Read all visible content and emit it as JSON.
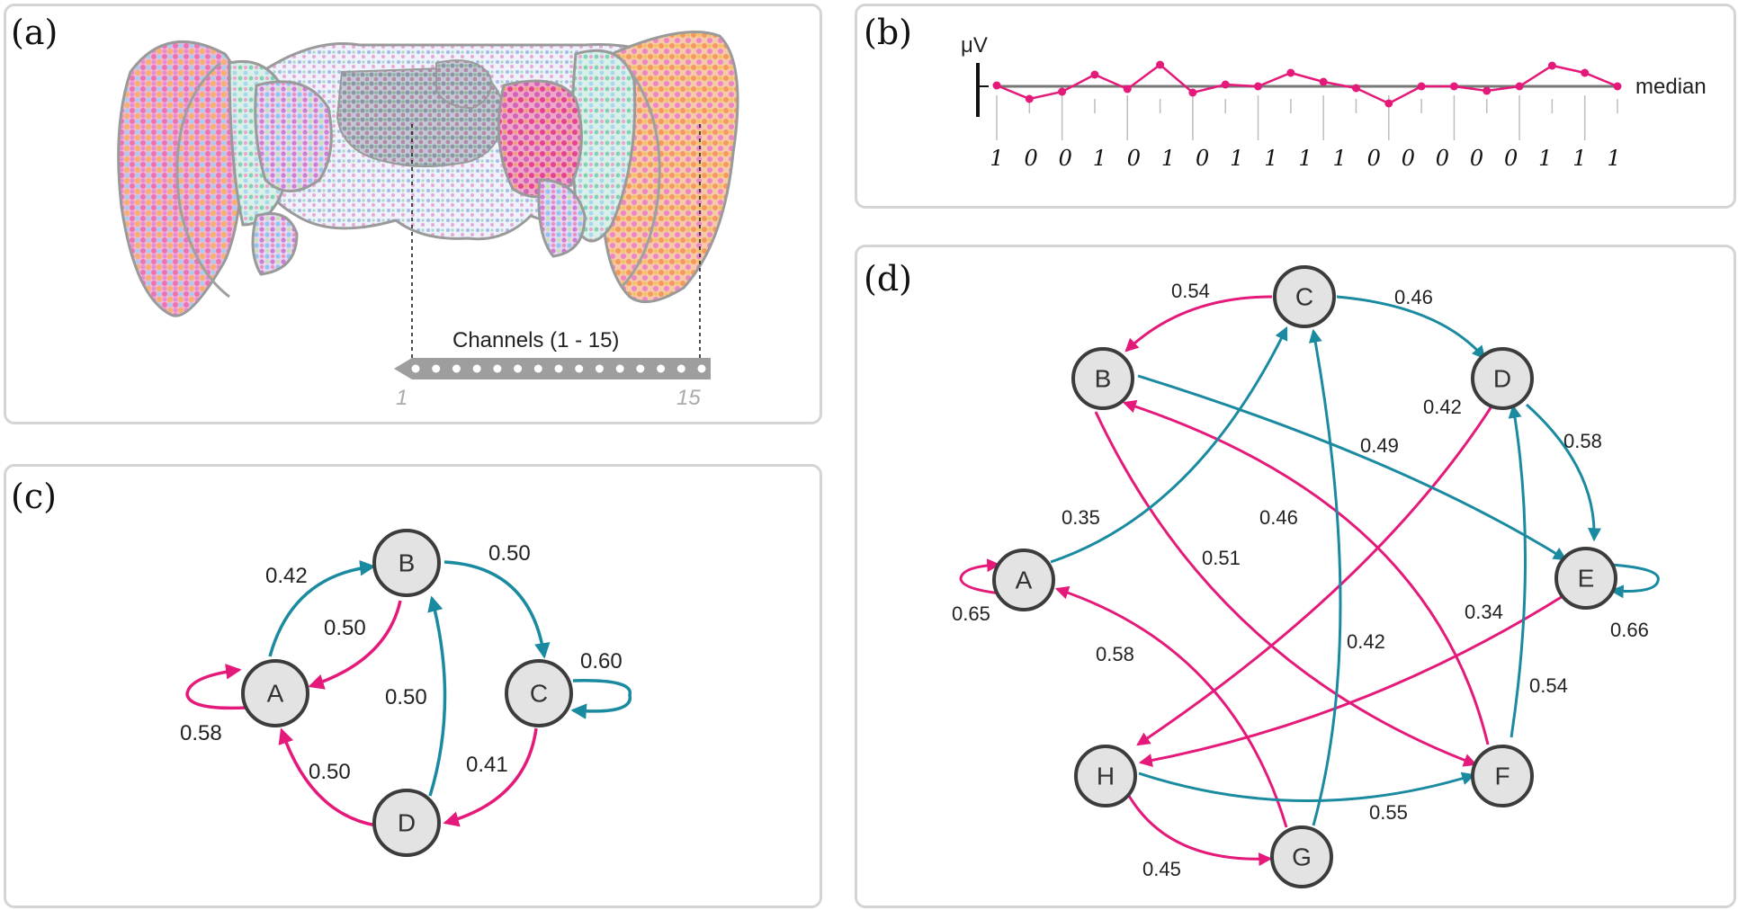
{
  "colors": {
    "teal": "#1a8aa0",
    "magenta": "#e5197a",
    "node_fill": "#e3e3e3",
    "node_stroke": "#3c3c3c"
  },
  "panel_a": {
    "label": "(a)",
    "probe_title": "Channels (1 - 15)",
    "probe_start": "1",
    "probe_end": "15",
    "electrode_count": 15
  },
  "panel_b": {
    "label": "(b)",
    "unit": "μV",
    "median_label": "median",
    "bits": [
      "1",
      "0",
      "0",
      "1",
      "0",
      "1",
      "0",
      "1",
      "1",
      "1",
      "1",
      "0",
      "0",
      "0",
      "0",
      "0",
      "1",
      "1",
      "1"
    ],
    "trace_offsets": [
      1,
      -14,
      -6,
      13,
      -3,
      24,
      -7,
      2,
      0,
      15,
      5,
      -2,
      -19,
      0,
      0,
      -5,
      0,
      23,
      15,
      0
    ]
  },
  "panel_c": {
    "label": "(c)",
    "nodes": [
      "A",
      "B",
      "C",
      "D"
    ],
    "edges": [
      {
        "from": "A",
        "to": "B",
        "weight": "0.42",
        "color": "teal"
      },
      {
        "from": "B",
        "to": "A",
        "weight": "0.50",
        "color": "magenta"
      },
      {
        "from": "B",
        "to": "C",
        "weight": "0.50",
        "color": "teal"
      },
      {
        "from": "C",
        "to": "C",
        "weight": "0.60",
        "color": "teal"
      },
      {
        "from": "C",
        "to": "D",
        "weight": "0.41",
        "color": "magenta"
      },
      {
        "from": "D",
        "to": "B",
        "weight": "0.50",
        "color": "teal"
      },
      {
        "from": "D",
        "to": "A",
        "weight": "0.50",
        "color": "magenta"
      },
      {
        "from": "A",
        "to": "A",
        "weight": "0.58",
        "color": "magenta"
      }
    ]
  },
  "panel_d": {
    "label": "(d)",
    "nodes": [
      "A",
      "B",
      "C",
      "D",
      "E",
      "F",
      "G",
      "H"
    ],
    "edges": [
      {
        "from": "C",
        "to": "B",
        "weight": "0.54",
        "color": "magenta"
      },
      {
        "from": "C",
        "to": "D",
        "weight": "0.46",
        "color": "teal"
      },
      {
        "from": "D",
        "to": "E",
        "weight": "0.58",
        "color": "teal"
      },
      {
        "from": "D",
        "to": "H",
        "weight": "0.42",
        "color": "magenta"
      },
      {
        "from": "B",
        "to": "E",
        "weight": "0.49",
        "color": "teal"
      },
      {
        "from": "F",
        "to": "B",
        "weight": "0.46",
        "color": "magenta"
      },
      {
        "from": "B",
        "to": "F",
        "weight": "0.51",
        "color": "magenta"
      },
      {
        "from": "A",
        "to": "C",
        "weight": "0.35",
        "color": "teal"
      },
      {
        "from": "A",
        "to": "A",
        "weight": "0.65",
        "color": "magenta"
      },
      {
        "from": "E",
        "to": "E",
        "weight": "0.66",
        "color": "teal"
      },
      {
        "from": "E",
        "to": "H",
        "weight": "0.34",
        "color": "magenta"
      },
      {
        "from": "G",
        "to": "C",
        "weight": "0.42",
        "color": "teal"
      },
      {
        "from": "F",
        "to": "D",
        "weight": "0.54",
        "color": "teal"
      },
      {
        "from": "G",
        "to": "A",
        "weight": "0.58",
        "color": "magenta"
      },
      {
        "from": "H",
        "to": "F",
        "weight": "0.55",
        "color": "teal"
      },
      {
        "from": "H",
        "to": "G",
        "weight": "0.45",
        "color": "magenta"
      }
    ]
  }
}
